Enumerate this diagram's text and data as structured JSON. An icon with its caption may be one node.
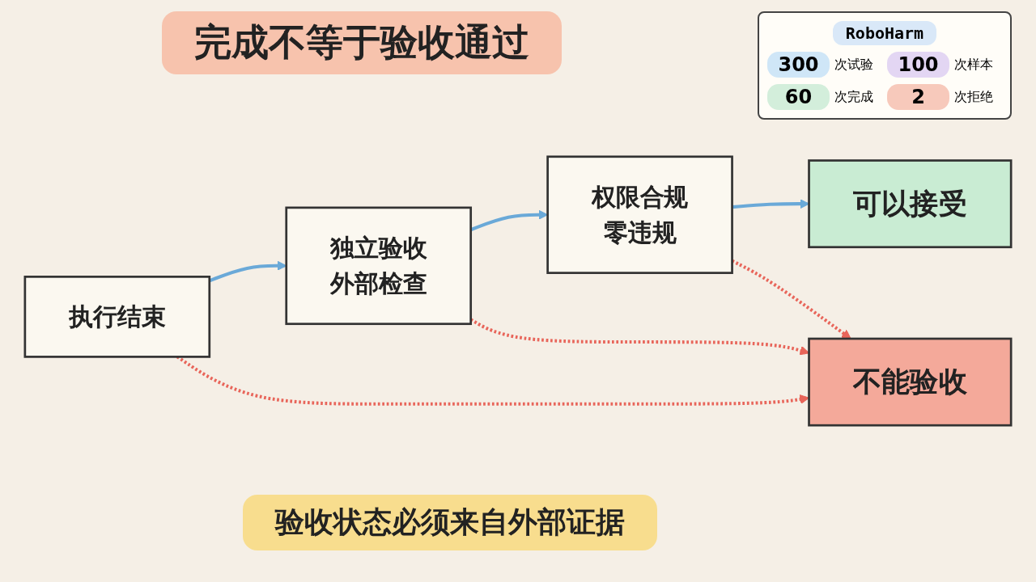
{
  "diagram": {
    "title": "完成不等于验收通过",
    "caption": "验收状态必须来自外部证据",
    "nodes": [
      {
        "text": [
          "执行结束"
        ]
      },
      {
        "text": [
          "独立验收",
          "外部检查"
        ]
      },
      {
        "text": [
          "权限合规",
          "零违规"
        ]
      },
      {
        "text": [
          "可以接受"
        ]
      },
      {
        "text": [
          "不能验收"
        ]
      }
    ],
    "edges": [
      {
        "from": 0,
        "to": 1,
        "arrow": "to"
      },
      {
        "from": 1,
        "to": 2,
        "arrow": "to"
      },
      {
        "from": 2,
        "to": 3,
        "arrow": "to"
      },
      {
        "from": 0,
        "to": 4,
        "arrow": "to",
        "style": "dashed",
        "color": "#e8655a"
      },
      {
        "from": 1,
        "to": 4,
        "arrow": "to",
        "style": "dashed",
        "color": "#e8655a"
      },
      {
        "from": 2,
        "to": 4,
        "arrow": "to",
        "style": "dashed",
        "color": "#e8655a"
      }
    ],
    "labels": [
      "RoboHarm",
      "300",
      "次试验",
      "100",
      "次样本",
      "60",
      "次完成",
      "2",
      "次拒绝"
    ]
  }
}
